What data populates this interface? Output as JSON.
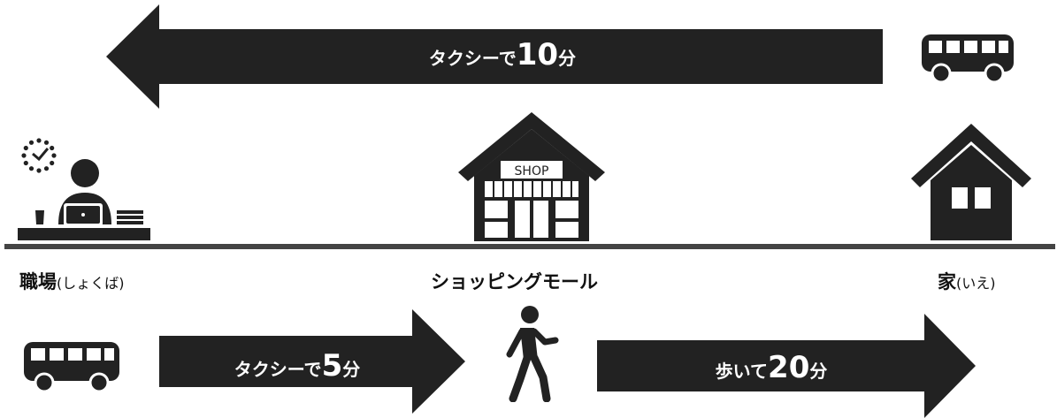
{
  "colors": {
    "ink": "#222222",
    "ground": "#444444",
    "background": "#ffffff"
  },
  "arrows": {
    "top": {
      "prefix": "タクシーで",
      "number": "10",
      "unit": "分"
    },
    "left": {
      "prefix": "タクシーで",
      "number": "5",
      "unit": "分"
    },
    "right": {
      "prefix": "歩いて",
      "number": "20",
      "unit": "分"
    }
  },
  "places": {
    "work": {
      "name": "職場",
      "reading": "(しょくば)"
    },
    "mall": {
      "name": "ショッピングモール"
    },
    "home": {
      "name": "家",
      "reading": "(いえ)"
    }
  },
  "shop_sign": "SHOP",
  "icons": [
    "bus-icon",
    "office-worker-icon",
    "clock-icon",
    "shop-icon",
    "house-icon",
    "walking-person-icon"
  ]
}
